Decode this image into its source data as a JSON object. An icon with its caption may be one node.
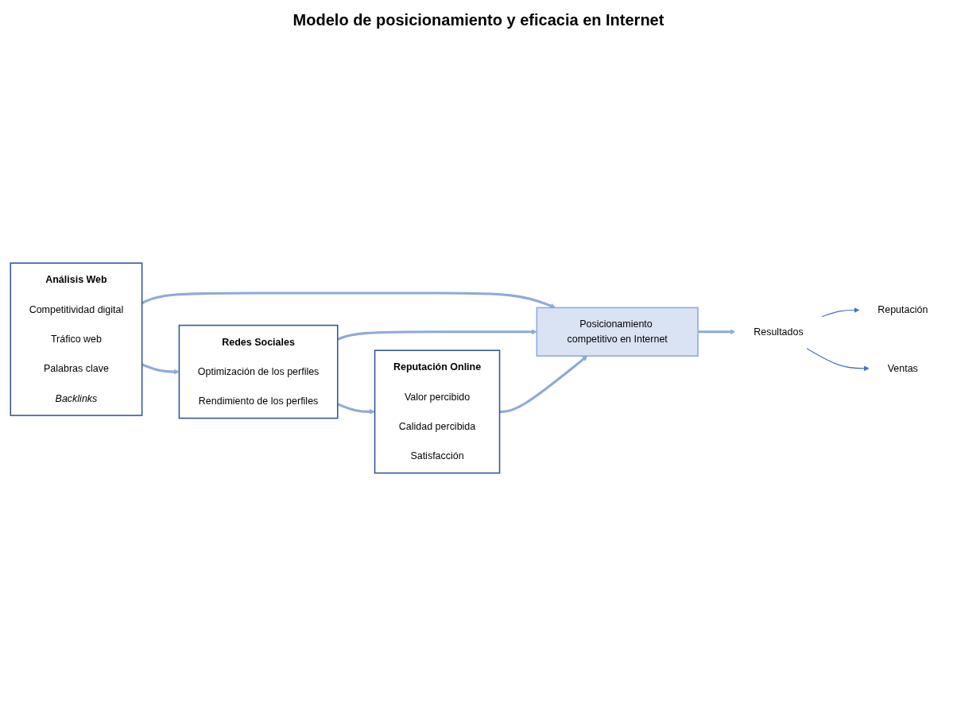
{
  "diagram": {
    "title": "Modelo de posicionamiento y eficacia en Internet",
    "nodes": [
      {
        "text": [
          "Análisis Web",
          "Competitividad digital",
          "Tráfico web",
          "Palabras clave",
          "Backlinks"
        ]
      },
      {
        "text": [
          "Redes Sociales",
          "Optimización de los perfiles",
          "Rendimiento de los perfiles"
        ]
      },
      {
        "text": [
          "Reputación Online",
          "Valor percibido",
          "Calidad percibida",
          "Satisfacción"
        ]
      },
      {
        "text": [
          "Posicionamiento competitivo en Internet"
        ]
      },
      {
        "text": [
          "Resultados"
        ]
      },
      {
        "text": [
          "Reputación"
        ]
      },
      {
        "text": [
          "Ventas"
        ]
      }
    ],
    "edges": [
      {
        "from": 0,
        "to": 1,
        "arrow": "to"
      },
      {
        "from": 1,
        "to": 2,
        "arrow": "to"
      },
      {
        "from": 0,
        "to": 3,
        "arrow": "to"
      },
      {
        "from": 1,
        "to": 3,
        "arrow": "to"
      },
      {
        "from": 2,
        "to": 3,
        "arrow": "to"
      },
      {
        "from": 3,
        "to": 4,
        "arrow": "to"
      },
      {
        "from": 4,
        "to": 5,
        "arrow": "to",
        "color": "#4472c4"
      },
      {
        "from": 4,
        "to": 6,
        "arrow": "to",
        "color": "#4472c4"
      }
    ]
  }
}
